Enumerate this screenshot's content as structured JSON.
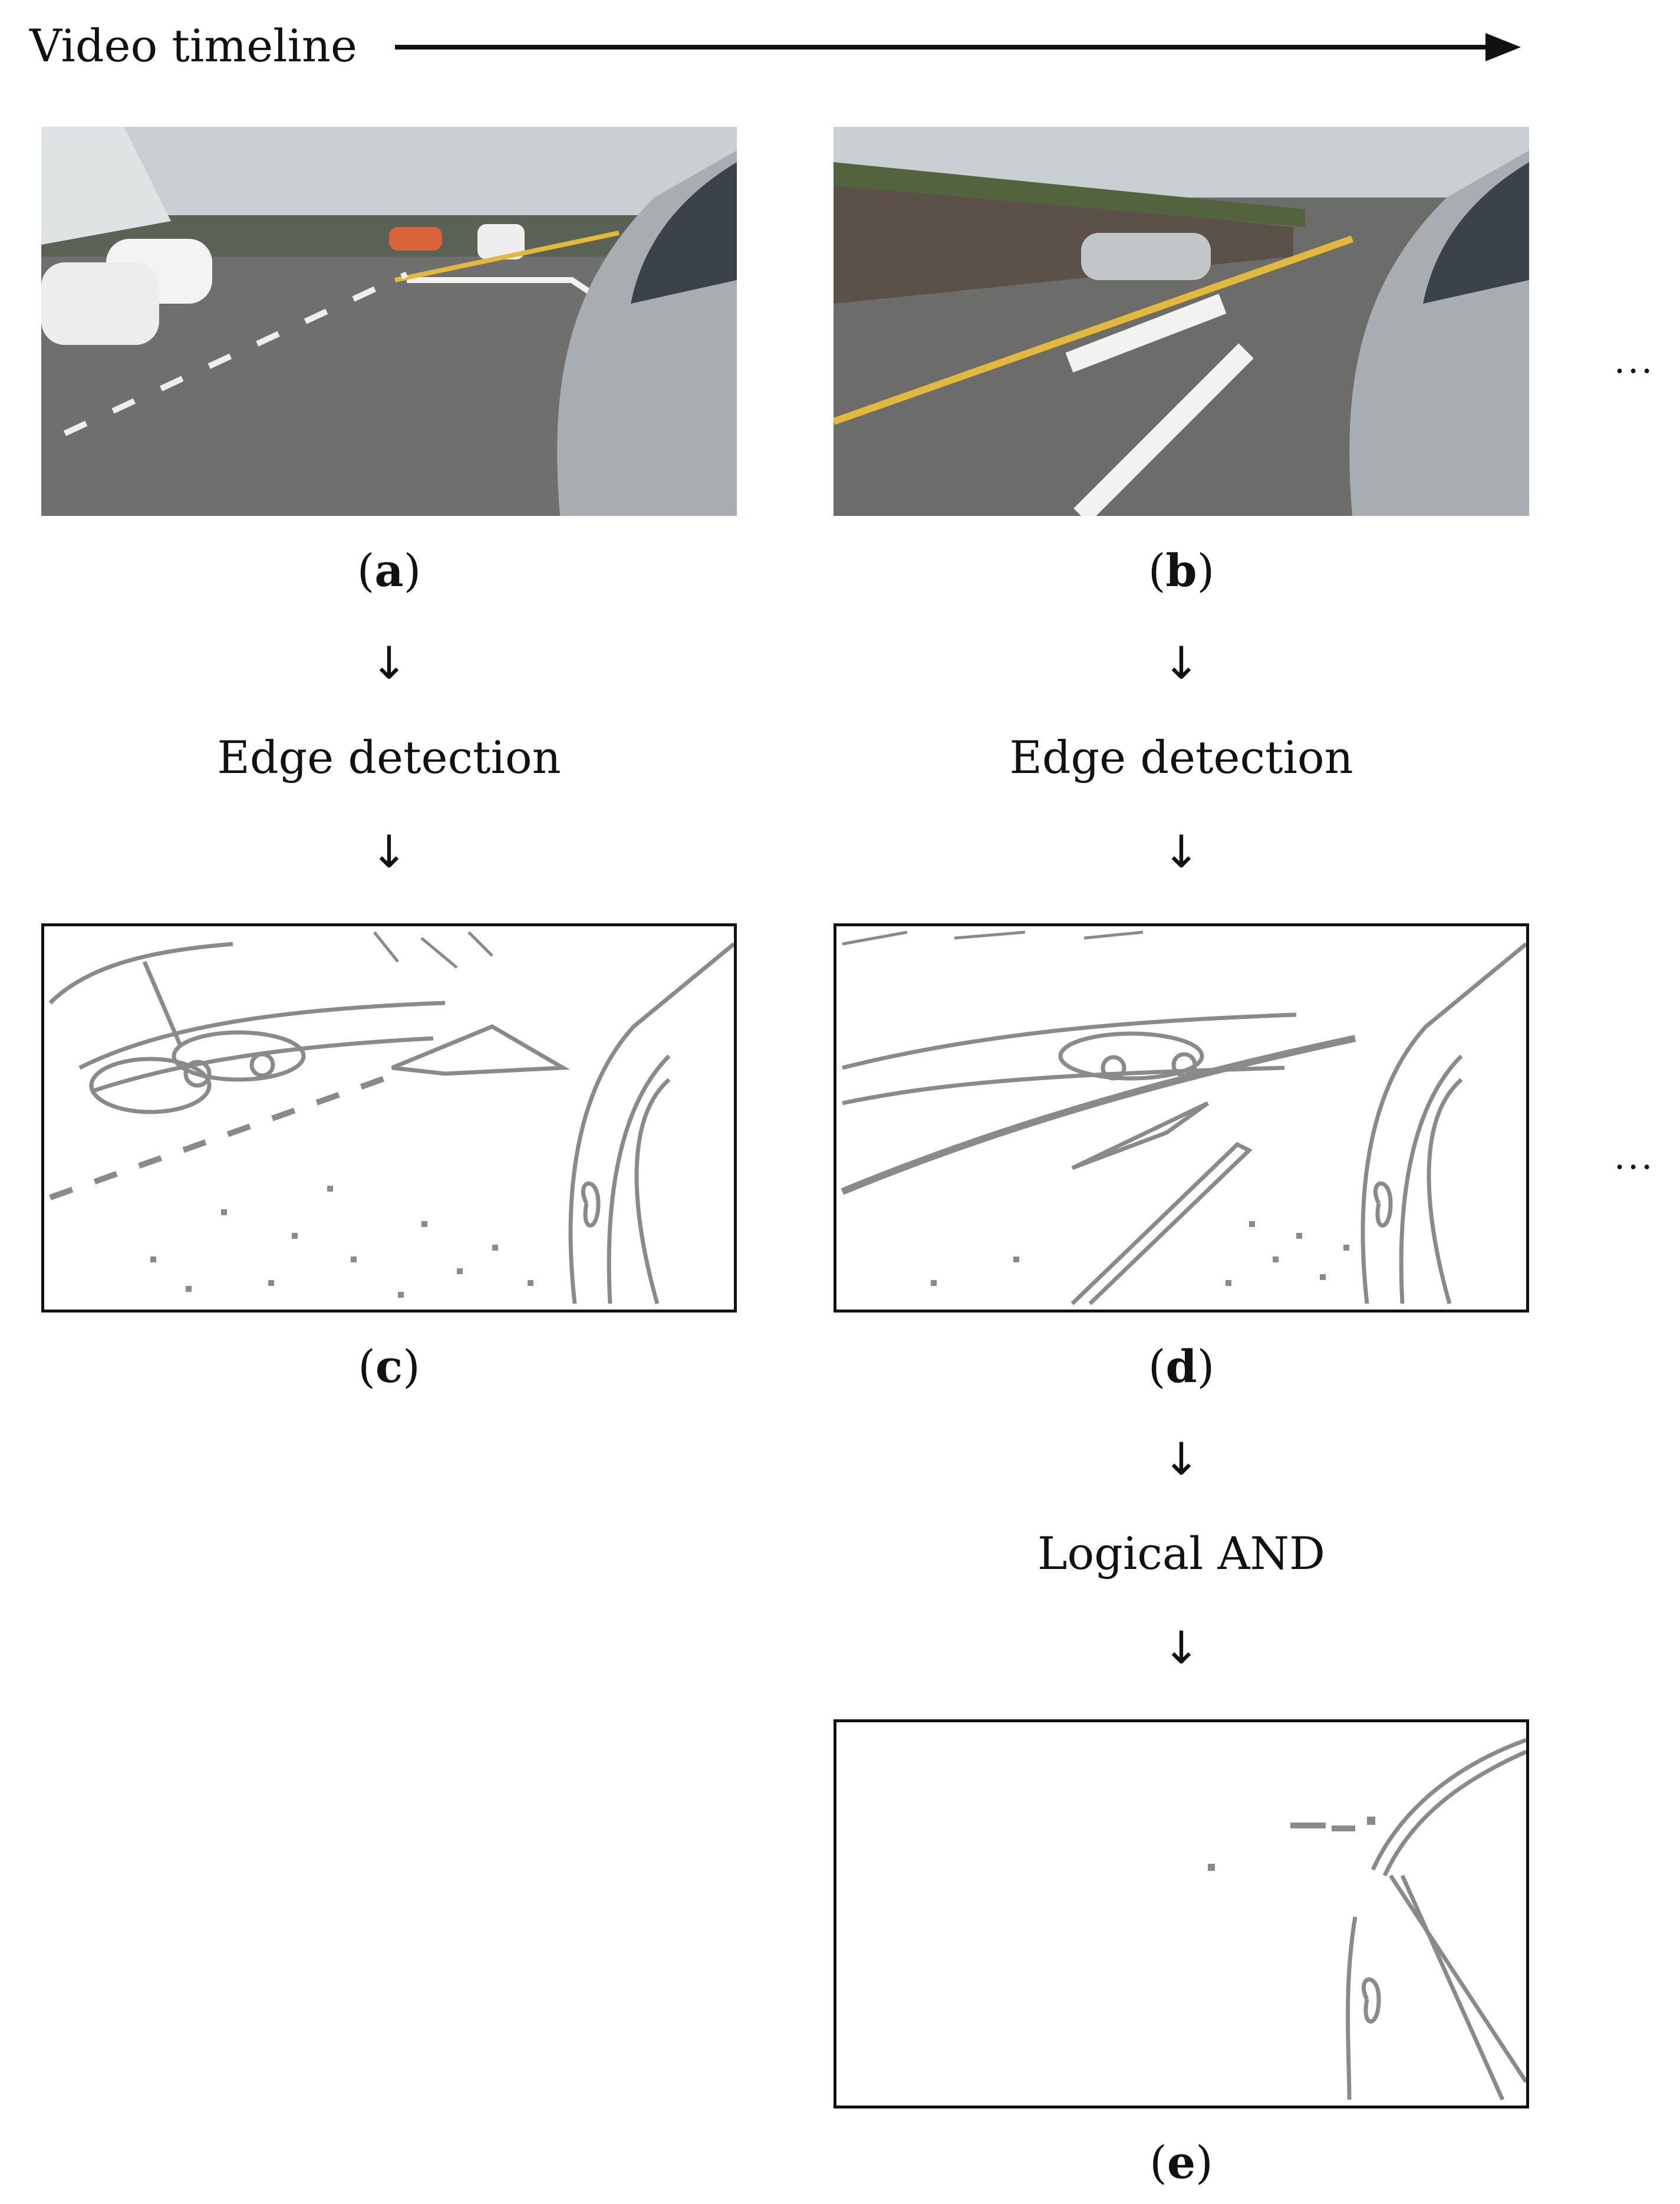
{
  "timeline": {
    "label": "Video timeline"
  },
  "frames": {
    "a": {
      "open": "(",
      "letter": "a",
      "close": ")"
    },
    "b": {
      "open": "(",
      "letter": "b",
      "close": ")"
    },
    "c": {
      "open": "(",
      "letter": "c",
      "close": ")"
    },
    "d": {
      "open": "(",
      "letter": "d",
      "close": ")"
    },
    "e": {
      "open": "(",
      "letter": "e",
      "close": ")"
    }
  },
  "steps": {
    "arrow_glyph": "↓",
    "edge_detection": "Edge detection",
    "logical_and": "Logical AND"
  },
  "continuation": "...",
  "colors": {
    "edge": "#8a8a8a",
    "border": "#111111",
    "road": "#6e6e6c",
    "sky": "#c9cfd3"
  }
}
